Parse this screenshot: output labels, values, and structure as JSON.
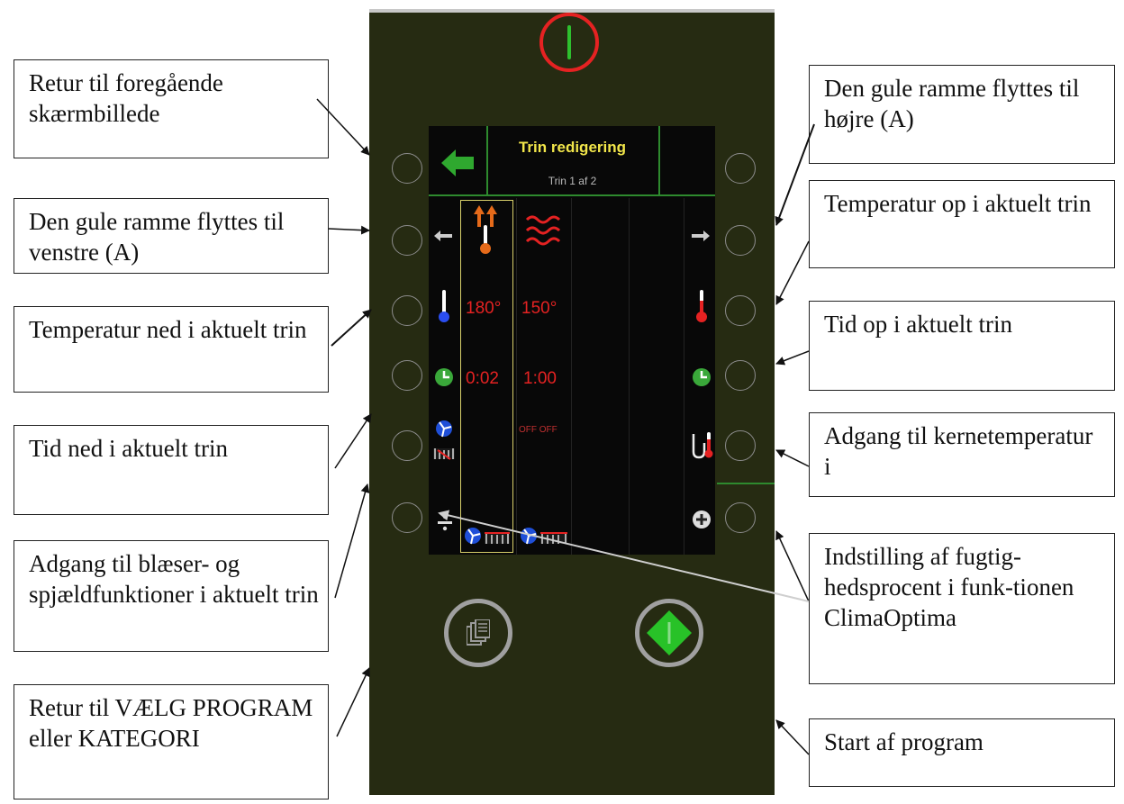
{
  "callouts_left": [
    {
      "id": "back",
      "text": "Retur til foregående skærmbillede"
    },
    {
      "id": "frame-left",
      "text": "Den gule ramme flyttes til venstre (A)"
    },
    {
      "id": "temp-down",
      "text": "Temperatur ned i aktuelt trin"
    },
    {
      "id": "time-down",
      "text": "Tid ned i aktuelt trin"
    },
    {
      "id": "fan-damper",
      "text": "Adgang til blæser- og spjældfunktioner i aktuelt trin"
    },
    {
      "id": "return-program",
      "text": "Retur til VÆLG PROGRAM eller KATEGORI"
    }
  ],
  "callouts_right": [
    {
      "id": "frame-right",
      "text": "Den gule ramme flyttes til højre (A)"
    },
    {
      "id": "temp-up",
      "text": "Temperatur op i aktuelt trin"
    },
    {
      "id": "time-up",
      "text": "Tid op i aktuelt trin"
    },
    {
      "id": "core-temp",
      "text": "Adgang til kernetemperatur i"
    },
    {
      "id": "humidity",
      "text": "Indstilling af fugtig-hedsprocent i funk-tionen ClimaOptima"
    },
    {
      "id": "start",
      "text": "Start af program"
    }
  ],
  "screen": {
    "title": "Trin redigering",
    "subtitle": "Trin 1 af 2",
    "steps": [
      {
        "temperature": "180°",
        "time": "0:02",
        "extra": ""
      },
      {
        "temperature": "150°",
        "time": "1:00",
        "extra": "OFF OFF"
      }
    ]
  },
  "icons": {
    "power": "power-icon",
    "back": "back-arrow-icon",
    "copy": "document-stack-icon",
    "start": "start-diamond-icon"
  },
  "colors": {
    "panel": "#262b12",
    "accent_green": "#2e8a2e",
    "title_yellow": "#f2e64a",
    "value_red": "#e52222",
    "frame_yellow": "#d7cf6a",
    "power_red": "#e52222",
    "start_green": "#28c228"
  }
}
